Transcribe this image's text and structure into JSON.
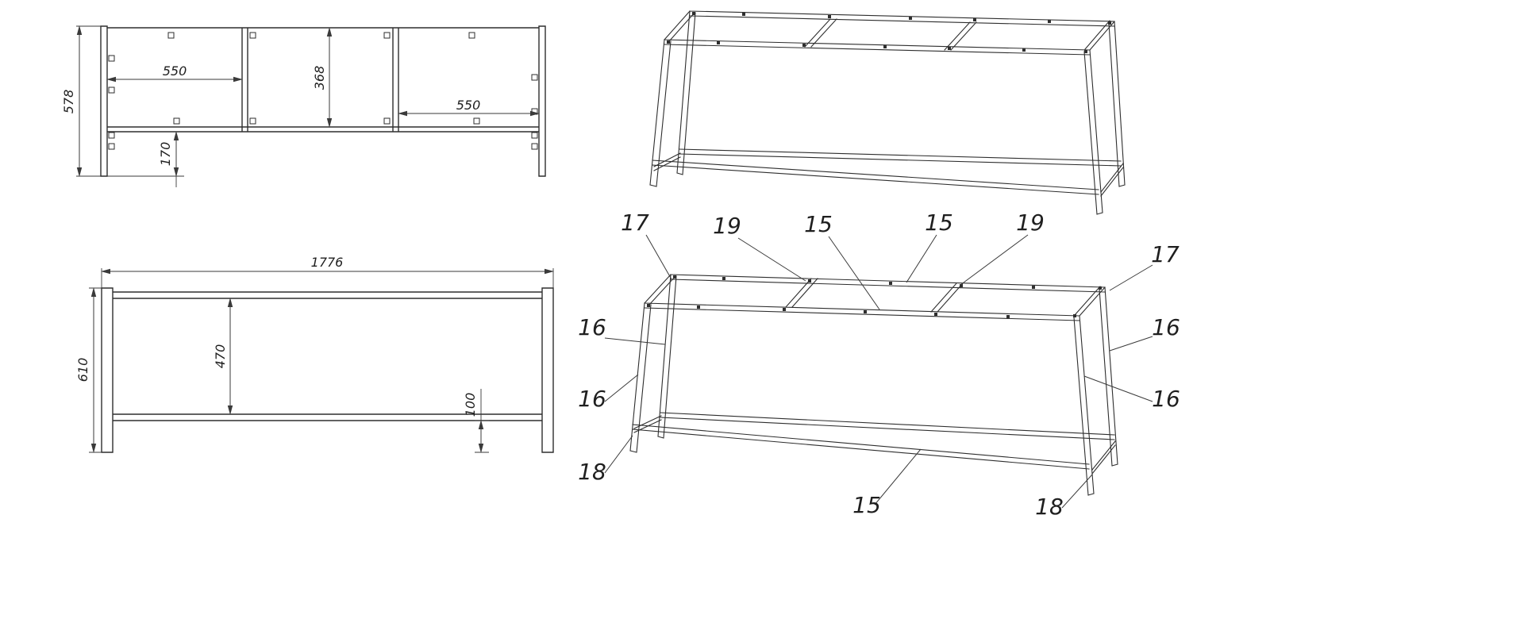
{
  "document": {
    "type": "technical-drawing",
    "background": "#ffffff",
    "line_color": "#2e2e2e",
    "text_color": "#1f1f1f"
  },
  "plan_view": {
    "dimensions": {
      "overall_depth": "578",
      "left_bay_width": "550",
      "frame_depth": "368",
      "right_bay_width": "550",
      "side_panel_offset": "170"
    }
  },
  "front_view": {
    "dimensions": {
      "overall_width": "1776",
      "overall_height": "610",
      "clear_height": "470",
      "stretcher_height": "100"
    }
  },
  "isometric_view": {},
  "isometric_view_annotated": {
    "callouts": [
      {
        "label": "17"
      },
      {
        "label": "19"
      },
      {
        "label": "15"
      },
      {
        "label": "15"
      },
      {
        "label": "19"
      },
      {
        "label": "17"
      },
      {
        "label": "16"
      },
      {
        "label": "16"
      },
      {
        "label": "16"
      },
      {
        "label": "16"
      },
      {
        "label": "18"
      },
      {
        "label": "15"
      },
      {
        "label": "18"
      }
    ]
  }
}
